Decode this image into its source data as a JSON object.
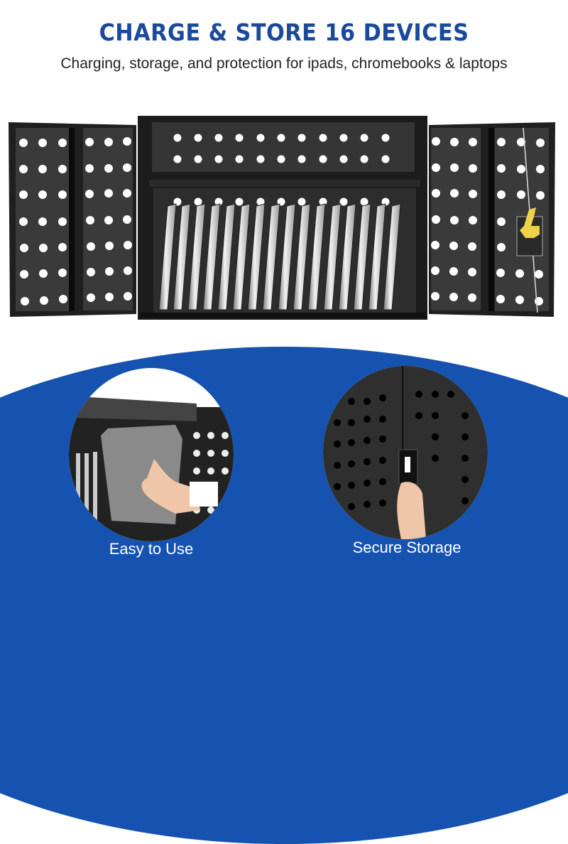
{
  "header": {
    "title": "CHARGE & STORE 16 DEVICES",
    "subtitle": "Charging, storage, and protection for ipads, chromebooks & laptops"
  },
  "product": {
    "name": "charging-cabinet",
    "device_count": 16,
    "colors": {
      "cabinet": "#2e2e2e",
      "holes": "#ffffff",
      "latch": "#f0d24a"
    }
  },
  "features": [
    {
      "label": "Easy to Use",
      "image": "hand-inserting-laptop"
    },
    {
      "label": "Secure Storage",
      "image": "hand-locking-cabinet"
    }
  ],
  "colors": {
    "title": "#1b4a9c",
    "banner": "#1652b0",
    "text": "#222222"
  }
}
